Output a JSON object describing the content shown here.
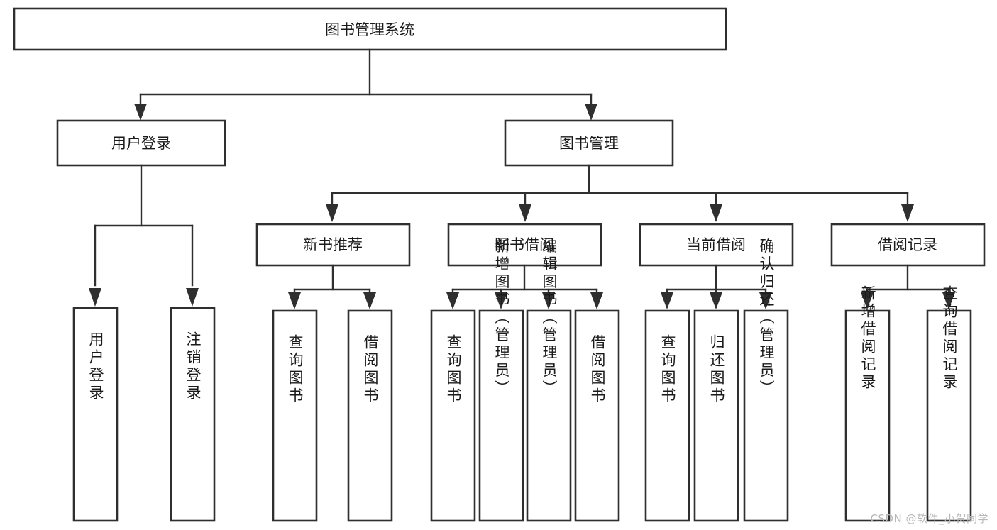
{
  "diagram": {
    "title": "图书管理系统",
    "watermark": "CSDN @软件_小贺同学",
    "colors": {
      "stroke": "#2f2f2f",
      "fill": "#ffffff",
      "text": "#1a1a1a",
      "watermark": "#b8b8b8"
    },
    "levels": {
      "root": {
        "label": "图书管理系统"
      },
      "level1": [
        {
          "id": "user-login",
          "label": "用户登录"
        },
        {
          "id": "book-management",
          "label": "图书管理"
        }
      ],
      "level2": [
        {
          "id": "new-book-recommend",
          "label": "新书推荐",
          "parent": "book-management"
        },
        {
          "id": "book-borrow",
          "label": "图书借阅",
          "parent": "book-management"
        },
        {
          "id": "current-borrow",
          "label": "当前借阅",
          "parent": "book-management"
        },
        {
          "id": "borrow-record",
          "label": "借阅记录",
          "parent": "book-management"
        }
      ],
      "leaves": [
        {
          "id": "leaf-user-login",
          "label": "用户登录",
          "parent": "user-login"
        },
        {
          "id": "leaf-logout-login",
          "label": "注销登录",
          "parent": "user-login"
        },
        {
          "id": "leaf-query-book-1",
          "label": "查询图书",
          "parent": "new-book-recommend"
        },
        {
          "id": "leaf-borrow-book-1",
          "label": "借阅图书",
          "parent": "new-book-recommend"
        },
        {
          "id": "leaf-query-book-2",
          "label": "查询图书",
          "parent": "book-borrow"
        },
        {
          "id": "leaf-add-book",
          "label": "新增图书（管理员）",
          "parent": "book-borrow"
        },
        {
          "id": "leaf-edit-book",
          "label": "编辑图书（管理员）",
          "parent": "book-borrow"
        },
        {
          "id": "leaf-borrow-book-2",
          "label": "借阅图书",
          "parent": "book-borrow"
        },
        {
          "id": "leaf-query-book-3",
          "label": "查询图书",
          "parent": "current-borrow"
        },
        {
          "id": "leaf-return-book",
          "label": "归还图书",
          "parent": "current-borrow"
        },
        {
          "id": "leaf-confirm-return",
          "label": "确认归还（管理员）",
          "parent": "current-borrow"
        },
        {
          "id": "leaf-add-record",
          "label": "新增借阅记录",
          "parent": "borrow-record"
        },
        {
          "id": "leaf-query-record",
          "label": "查询借阅记录",
          "parent": "borrow-record"
        }
      ]
    }
  }
}
